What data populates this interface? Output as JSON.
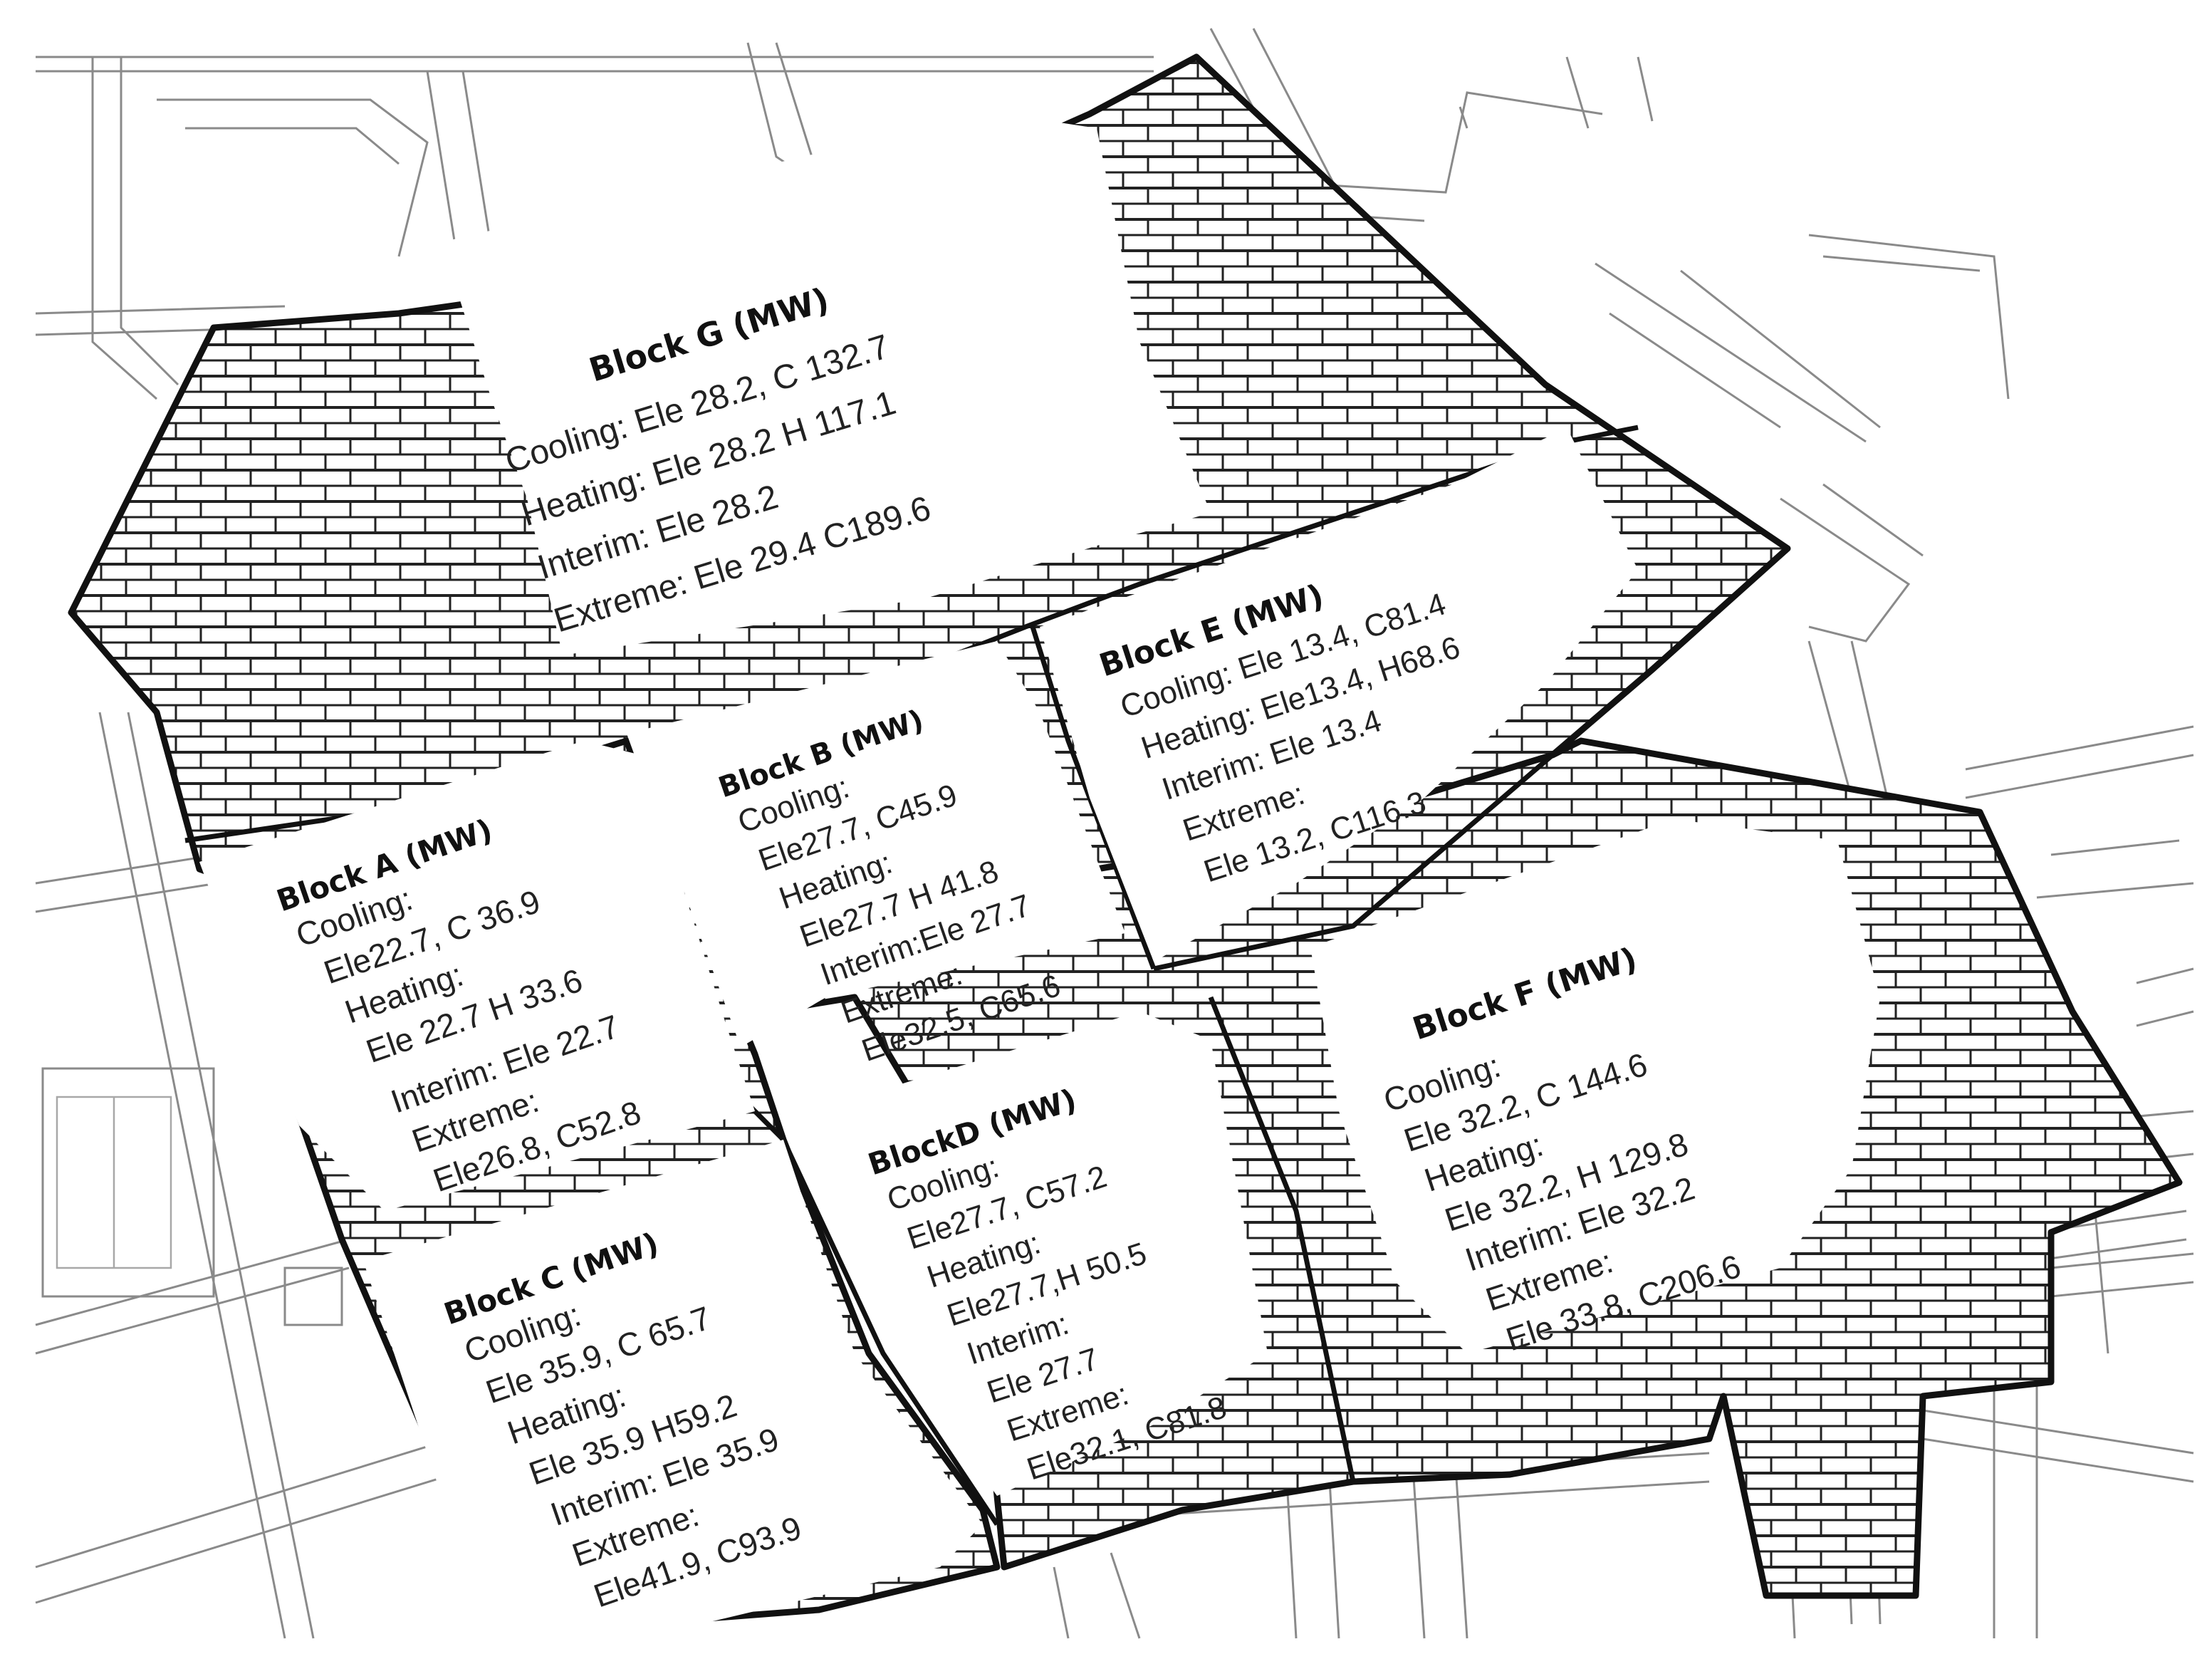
{
  "unit_label": "(MW)",
  "blocks": {
    "G": {
      "title": "Block G",
      "lines": [
        "Cooling: Ele 28.2, C 132.7",
        "Heating: Ele 28.2 H 117.1",
        "Interim: Ele 28.2",
        "Extreme: Ele 29.4 C189.6"
      ]
    },
    "E": {
      "title": "Block E",
      "lines": [
        "Cooling: Ele 13.4, C81.4",
        "Heating: Ele13.4, H68.6",
        "Interim: Ele 13.4",
        "Extreme:",
        "Ele 13.2, C116.3"
      ]
    },
    "B": {
      "title": "Block B",
      "lines": [
        "Cooling:",
        "Ele27.7, C45.9",
        "Heating:",
        "Ele27.7 H 41.8",
        "Interim:Ele 27.7",
        "Extreme:",
        "Ele32.5, C65.6"
      ]
    },
    "A": {
      "title": "Block A",
      "lines": [
        "Cooling:",
        "Ele22.7, C 36.9",
        "Heating:",
        "Ele 22.7 H 33.6",
        "Interim: Ele 22.7",
        "Extreme:",
        "Ele26.8, C52.8"
      ]
    },
    "F": {
      "title": "Block F",
      "lines": [
        "Cooling:",
        "Ele 32.2, C 144.6",
        "Heating:",
        "Ele 32.2, H 129.8",
        "Interim: Ele 32.2",
        "Extreme:",
        "Ele 33.8, C206.6"
      ]
    },
    "D": {
      "title": "BlockD",
      "lines": [
        "Cooling:",
        "Ele27.7, C57.2",
        "Heating:",
        "Ele27.7,H 50.5",
        "Interim:",
        "Ele 27.7",
        "Extreme:",
        "Ele32.1, C81.8"
      ]
    },
    "C": {
      "title": "Block C",
      "lines": [
        "Cooling:",
        "Ele 35.9, C 65.7",
        "Heating:",
        "Ele 35.9 H59.2",
        "Interim: Ele 35.9",
        "Extreme:",
        "Ele41.9, C93.9"
      ]
    }
  }
}
